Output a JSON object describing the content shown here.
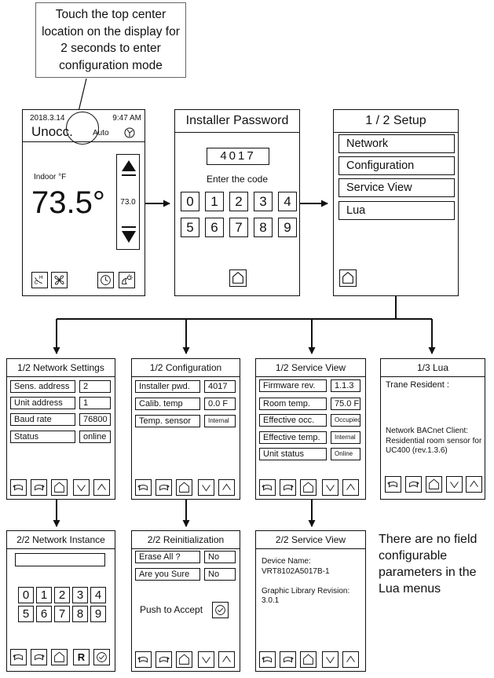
{
  "callout": {
    "text": "Touch the top center location on the display for 2 seconds to enter configuration mode"
  },
  "home_screen": {
    "date": "2018.3.14",
    "time": "9:47 AM",
    "mode": "Unocc.",
    "fan_mode": "Auto",
    "indoor_label": "Indoor °F",
    "temperature": "73.5°",
    "setpoint": "73.0",
    "icons": [
      "heat-cool-icon",
      "fan-icon",
      "clock-icon",
      "sun-moon-icon",
      "settings-icon"
    ]
  },
  "installer_password": {
    "title": "Installer Password",
    "code": "4017",
    "prompt": "Enter the code",
    "keys": [
      "0",
      "1",
      "2",
      "3",
      "4",
      "5",
      "6",
      "7",
      "8",
      "9"
    ]
  },
  "setup": {
    "title": "1 / 2 Setup",
    "items": [
      "Network",
      "Configuration",
      "Service View",
      "Lua"
    ]
  },
  "network_settings": {
    "title": "1/2 Network Settings",
    "rows": [
      {
        "label": "Sens. address",
        "value": "2"
      },
      {
        "label": "Unit address",
        "value": "1"
      },
      {
        "label": "Baud rate",
        "value": "76800"
      },
      {
        "label": "Status",
        "value": "online"
      }
    ]
  },
  "configuration": {
    "title": "1/2 Configuration",
    "rows": [
      {
        "label": "Installer pwd.",
        "value": "4017"
      },
      {
        "label": "Calib. temp",
        "value": "0.0 F"
      },
      {
        "label": "Temp. sensor",
        "value": "Internal"
      }
    ]
  },
  "service_view": {
    "title": "1/2 Service View",
    "rows": [
      {
        "label": "Firmware rev.",
        "value": "1.1.3"
      },
      {
        "label": "Room temp.",
        "value": "75.0 F"
      },
      {
        "label": "Effective occ.",
        "value": "Occupied"
      },
      {
        "label": "Effective temp.",
        "value": "Internal"
      },
      {
        "label": "Unit status",
        "value": "Online"
      }
    ]
  },
  "lua": {
    "title": "1/3 Lua",
    "line1": "Trane Resident :",
    "line2": "Network BACnet Client:\nResidential room sensor for\nUC400 (rev.1.3.6)"
  },
  "network_instance": {
    "title": "2/2 Network Instance",
    "input_value": "",
    "keys": [
      "0",
      "1",
      "2",
      "3",
      "4",
      "5",
      "6",
      "7",
      "8",
      "9"
    ],
    "reset_label": "R"
  },
  "reinitialization": {
    "title": "2/2 Reinitialization",
    "rows": [
      {
        "label": "Erase All ?",
        "value": "No"
      },
      {
        "label": "Are you Sure",
        "value": "No"
      }
    ],
    "push_label": "Push to Accept"
  },
  "service_view_2": {
    "title": "2/2 Service View",
    "text": "Device Name:\nVRT8102A5017B-1\n\nGraphic Library Revision:\n3.0.1"
  },
  "note": {
    "text": "There are no field configurable parameters in the Lua menus"
  }
}
